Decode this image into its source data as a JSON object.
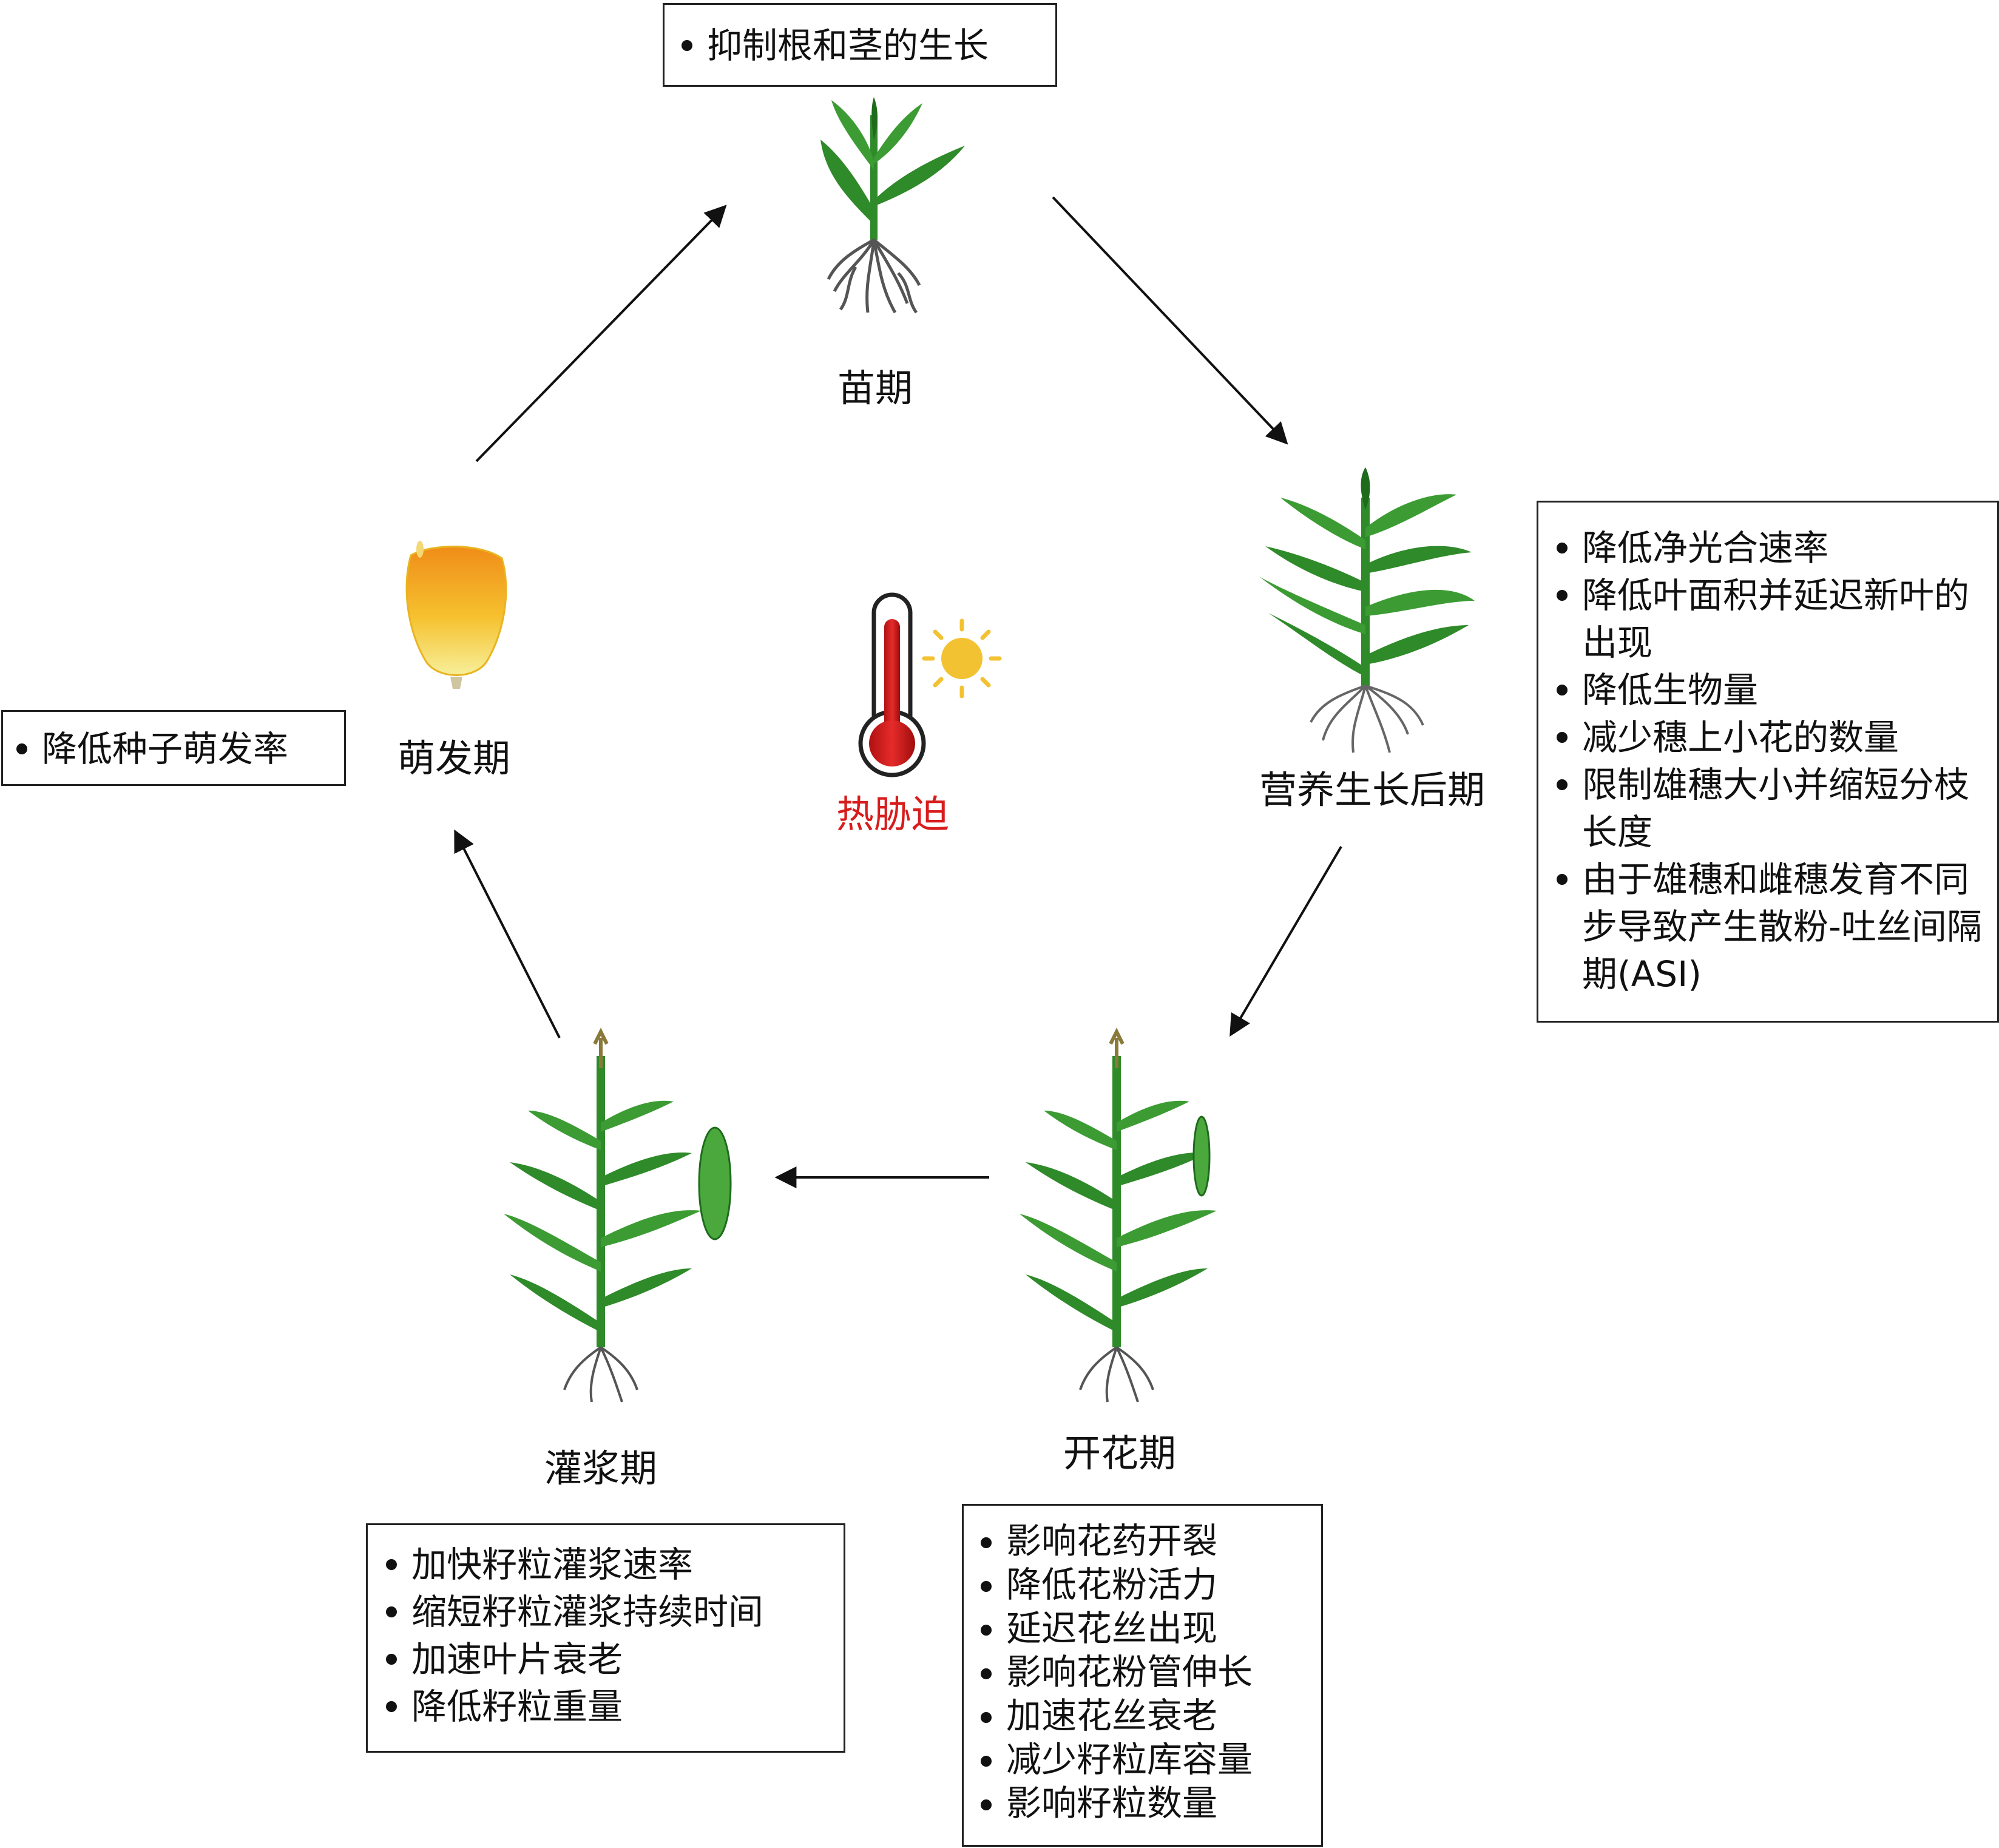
{
  "center": {
    "label": "热胁迫",
    "label_color": "#d81c1c",
    "icons": [
      "thermometer-icon",
      "sun-icon"
    ]
  },
  "stages": {
    "seedling": {
      "label": "苗期",
      "effects": [
        "抑制根和茎的生长"
      ]
    },
    "late_vegetative": {
      "label": "营养生长后期",
      "effects": [
        "降低净光合速率",
        "降低叶面积并延迟新叶的出现",
        "降低生物量",
        "减少穗上小花的数量",
        "限制雄穗大小并缩短分枝长度",
        "由于雄穗和雌穗发育不同步导致产生散粉-吐丝间隔期(ASI)"
      ]
    },
    "flowering": {
      "label": "开花期",
      "effects": [
        "影响花药开裂",
        "降低花粉活力",
        "延迟花丝出现",
        "影响花粉管伸长",
        "加速花丝衰老",
        "减少籽粒库容量",
        "影响籽粒数量"
      ]
    },
    "grain_filling": {
      "label": "灌浆期",
      "effects": [
        "加快籽粒灌浆速率",
        "缩短籽粒灌浆持续时间",
        "加速叶片衰老",
        "降低籽粒重量"
      ]
    },
    "germination": {
      "label": "萌发期",
      "effects": [
        "降低种子萌发率"
      ]
    }
  },
  "colors": {
    "leaf": "#2f8a2a",
    "leaf_dark": "#1f6b1c",
    "root": "#555555",
    "kernel": "#f2b42a",
    "sun": "#f3c233"
  }
}
